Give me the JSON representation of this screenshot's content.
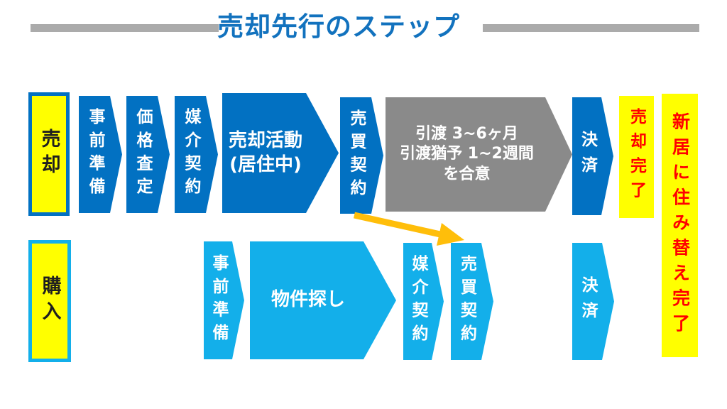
{
  "title": {
    "text": "売却先行のステップ"
  },
  "colors": {
    "dark_blue": "#0271C2",
    "light_blue": "#13AFEA",
    "gray_arrow": "#8A8A8A",
    "header_bar_gray": "#ABABAB",
    "yellow": "#FFFF00",
    "red_text": "#FF0000",
    "title_blue": "#1272BE",
    "connector_orange": "#FFBE0A"
  },
  "sell_row": {
    "label": "売却",
    "steps": [
      "事前準備",
      "価格査定",
      "媒介契約"
    ],
    "activity": {
      "line1": "売却活動",
      "line2": "(居住中)"
    },
    "contract": "売買契約",
    "handover": {
      "line1": "引渡 3~6ヶ月",
      "line2": "引渡猶予 1~2週間",
      "line3": "を合意"
    },
    "settlement": "決済",
    "result": "売却完了"
  },
  "buy_row": {
    "label": "購入",
    "prepare": "事前準備",
    "search": "物件探し",
    "brokerage": "媒介契約",
    "contract": "売買契約",
    "settlement": "決済"
  },
  "final_goal": "新居に住み替え完了"
}
